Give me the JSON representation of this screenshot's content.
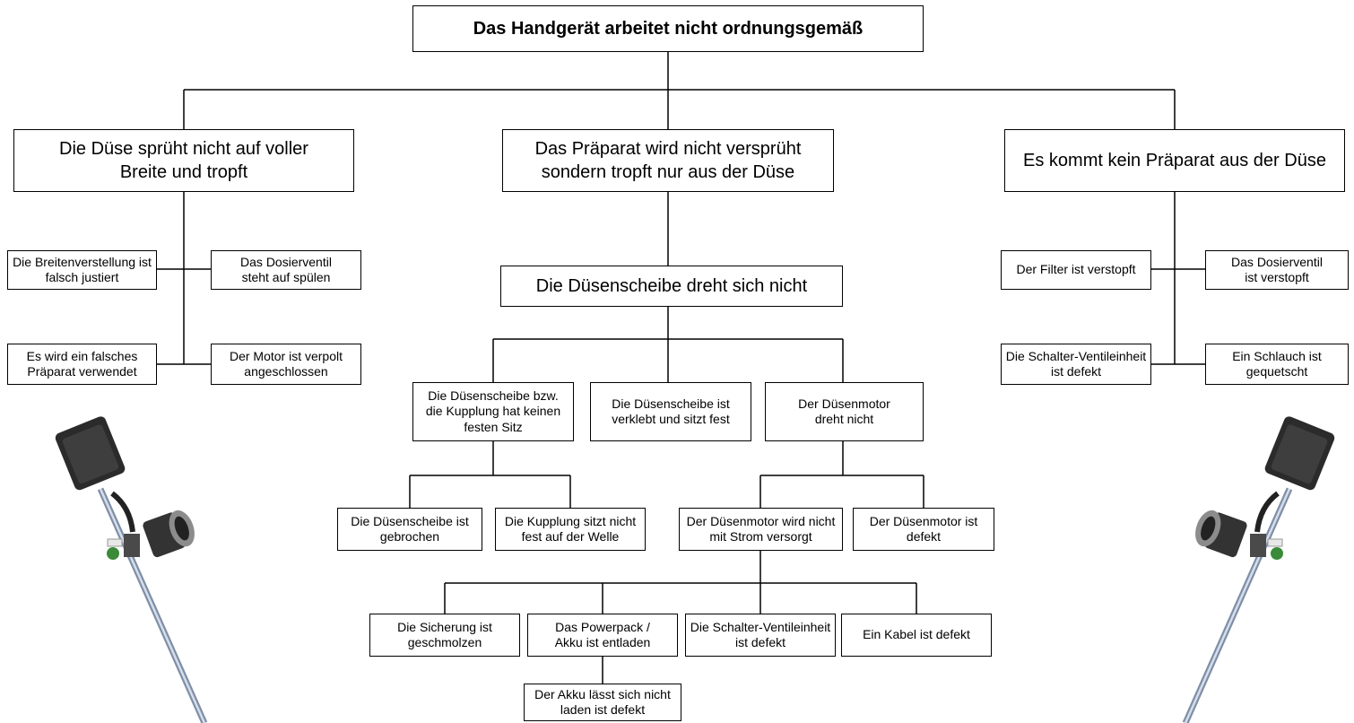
{
  "diagram": {
    "root": "Das Handgerät arbeitet nicht ordnungsgemäß",
    "branch_left": {
      "title": "Die Düse sprüht nicht auf voller Breite und tropft",
      "causes": [
        "Die Breitenverstellung ist falsch justiert",
        "Das Dosierventil steht auf spülen",
        "Es wird ein falsches Präparat verwendet",
        "Der Motor ist verpolt angeschlossen"
      ]
    },
    "branch_center": {
      "title": "Das Präparat wird nicht versprüht sondern tropft nur aus der Düse",
      "sub": "Die Düsenscheibe dreht sich nicht",
      "causes": [
        "Die Düsenscheibe bzw. die Kupplung hat keinen festen Sitz",
        "Die Düsenscheibe ist verklebt und sitzt fest",
        "Der Düsenmotor dreht nicht"
      ],
      "coupling_causes": [
        "Die Düsenscheibe ist gebrochen",
        "Die Kupplung sitzt nicht fest auf der Welle"
      ],
      "motor_causes": [
        "Der Düsenmotor wird nicht mit Strom versorgt",
        "Der Düsenmotor ist defekt"
      ],
      "power_causes": [
        "Die Sicherung ist geschmolzen",
        "Das Powerpack / Akku ist entladen",
        "Die Schalter-Ventileinheit ist defekt",
        "Ein Kabel ist defekt"
      ],
      "battery_cause": "Der Akku lässt sich nicht laden ist defekt"
    },
    "branch_right": {
      "title": "Es kommt kein Präparat aus der Düse",
      "causes": [
        "Der Filter ist verstopft",
        "Das Dosierventil ist verstopft",
        "Die Schalter-Ventileinheit ist defekt",
        "Ein Schlauch ist gequetscht"
      ]
    }
  }
}
